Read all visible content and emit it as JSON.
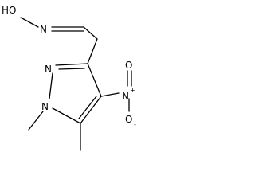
{
  "molecule": {
    "atoms": {
      "oxime_oh": "HO",
      "oxime_n": "N",
      "ring_n2": "N",
      "ring_n1": "N",
      "nitro_n": "N",
      "nitro_n_charge": "+",
      "nitro_o_top": "O",
      "nitro_o_bottom": "O",
      "nitro_o_bottom_charge": "-"
    },
    "bond_color": "#000000"
  }
}
